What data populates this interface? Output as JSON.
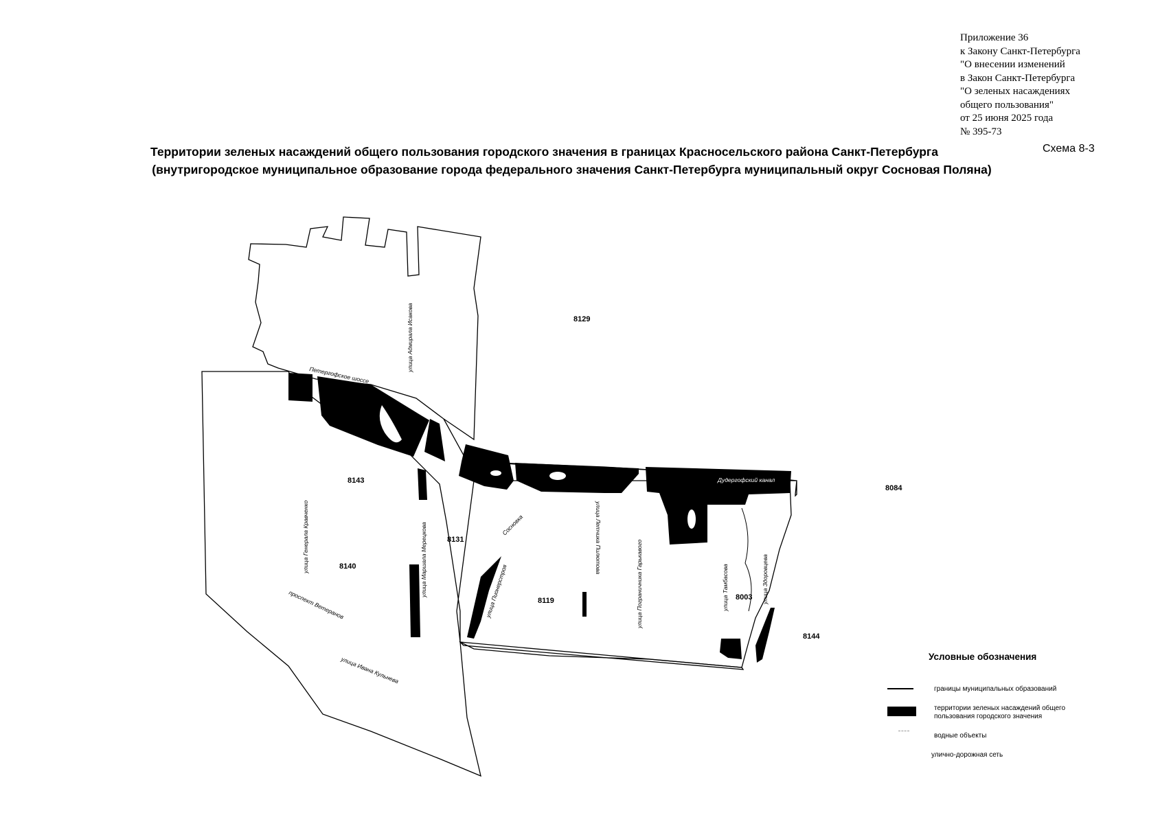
{
  "appendix": {
    "lines": [
      "Приложение 36",
      "к Закону Санкт-Петербурга",
      "\"О внесении изменений",
      "в Закон Санкт-Петербурга",
      "\"О зеленых насаждениях",
      "общего пользования\"",
      "от 25 июня 2025 года",
      "№ 395-73"
    ]
  },
  "title": {
    "line1": "Территории зеленых насаждений общего пользования городского значения в границах Красносельского района Санкт-Петербурга",
    "line2": "(внутригородское муниципальное образование города федерального значения Санкт-Петербурга муниципальный округ Сосновая Поляна)",
    "schema": "Схема 8-3"
  },
  "map": {
    "zones": [
      "8129",
      "8143",
      "8131",
      "8140",
      "8119",
      "8003",
      "8084",
      "8144"
    ],
    "streets": [
      "Петергофское шоссе",
      "улица Адмирала Исакова",
      "улица Генерала Кравченко",
      "улица Маршала Мерецкова",
      "Сосновка",
      "улица Летчика Пилютова",
      "улица Пограничника Гарькавого",
      "улица Тамбасова",
      "улица Здоровцева",
      "улица Пионерстроя",
      "проспект Ветеранов",
      "улица Ивана Кульнева",
      "Дудергофский канал"
    ]
  },
  "legend": {
    "title": "Условные обозначения",
    "items": [
      {
        "symbol": "line",
        "label": "границы муниципальных образований"
      },
      {
        "symbol": "fill",
        "label": "территории зеленых насаждений общего пользования городского значения"
      },
      {
        "symbol": "dash",
        "label": "водные объекты"
      },
      {
        "symbol": "none",
        "label": "улично-дорожная сеть"
      }
    ]
  },
  "colors": {
    "green_area": "#000000",
    "boundary": "#000000",
    "background": "#ffffff"
  }
}
